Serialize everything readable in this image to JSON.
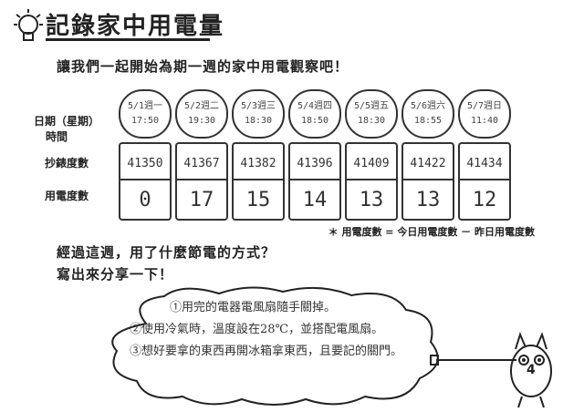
{
  "title": "記錄家中用電量",
  "intro": "讓我們一起開始為期一週的家中用電觀察吧！",
  "row_labels": {
    "date_time": [
      "日期（星期）",
      "時間"
    ],
    "meter_reading": "抄錶度數",
    "usage": "用電度數"
  },
  "days": [
    {
      "date": "5/1週一",
      "time": "17:50",
      "reading": "41350",
      "usage": "0"
    },
    {
      "date": "5/2週二",
      "time": "19:30",
      "reading": "41367",
      "usage": "17"
    },
    {
      "date": "5/3週三",
      "time": "18:30",
      "reading": "41382",
      "usage": "15"
    },
    {
      "date": "5/4週四",
      "time": "18:50",
      "reading": "41396",
      "usage": "14"
    },
    {
      "date": "5/5週五",
      "time": "18:30",
      "reading": "41409",
      "usage": "13"
    },
    {
      "date": "5/6週六",
      "time": "18:55",
      "reading": "41422",
      "usage": "13"
    },
    {
      "date": "5/7週日",
      "time": "11:40",
      "reading": "41434",
      "usage": "12"
    }
  ],
  "note": "＊ 用電度數 = 今日用電度數 － 昨日用電度數",
  "question": [
    "經過這週，用了什麼節電的方式？",
    "寫出來分享一下！"
  ],
  "answers": [
    "①用完的電器電風扇隨手關掉。",
    "②使用冷氣時，溫度設在28℃，並搭配電風扇。",
    "③想好要拿的東西再開冰箱拿東西，且要記的關門。"
  ],
  "page_number": "4"
}
